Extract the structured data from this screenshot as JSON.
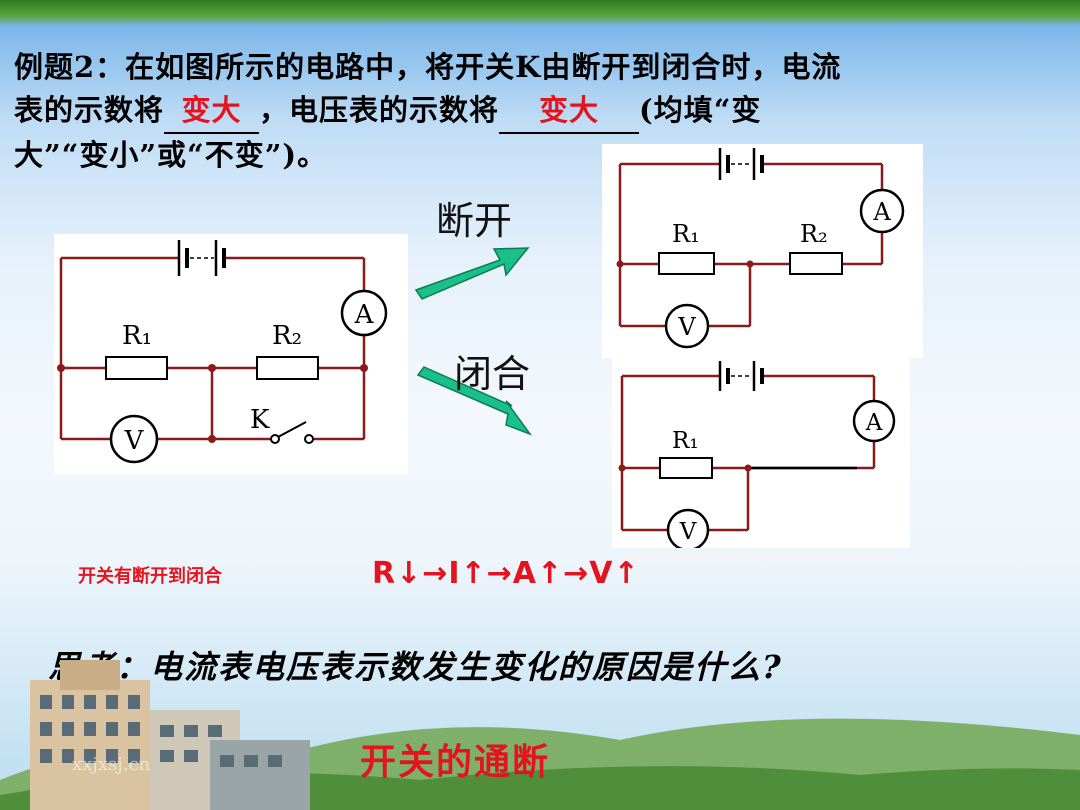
{
  "problem": {
    "line1": "例题2：在如图所示的电路中，将开关K由断开到闭合时，电流",
    "line2_pre": "表的示数将",
    "blank1": "变大",
    "line2_mid": "，电压表的示数将",
    "blank2": "变大",
    "line2_post": "(均填“变",
    "line3": "大”“变小”或“不变”)。"
  },
  "labels": {
    "open": "断开",
    "closed": "闭合"
  },
  "circuit": {
    "r1": "R₁",
    "r2": "R₂",
    "ammeter": "A",
    "voltmeter": "V",
    "switch": "K"
  },
  "note": "开关有断开到闭合",
  "formula": "R↓→I↑→A↑→V↑",
  "question": "思考：电流表电压表示数发生变化的原因是什么?",
  "answer": "开关的通断",
  "watermark": "xxjxsj.cn",
  "colors": {
    "wire": "#8b1a1a",
    "arrow": "#19c08a",
    "accent": "#e4141e"
  }
}
